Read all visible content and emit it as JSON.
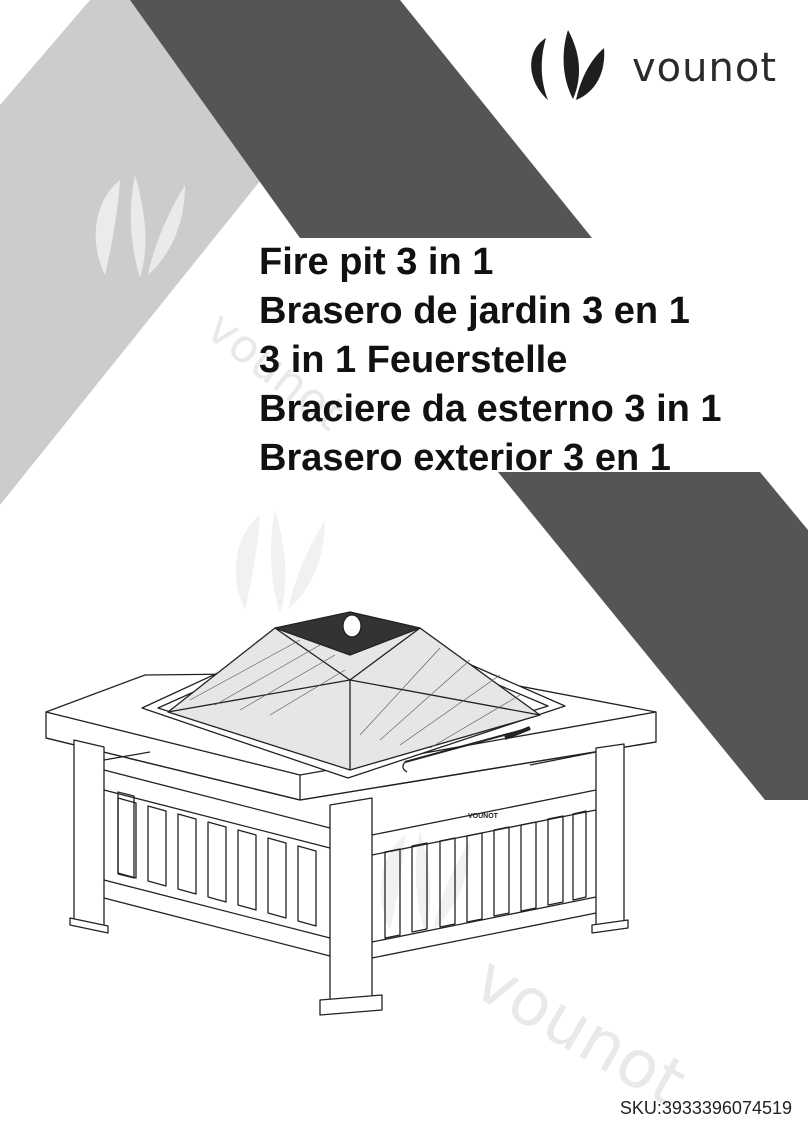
{
  "brand": {
    "name": "vounot",
    "logo_icon": "leaf-logo-icon"
  },
  "titles": [
    "Fire pit 3 in 1",
    "Brasero de jardin 3 en 1",
    "3 in 1 Feuerstelle",
    "Braciere da esterno 3 in 1",
    "Brasero exterior 3 en 1"
  ],
  "product_illustration": {
    "icon": "fire-pit-illustration",
    "stamp": "VOUNOT"
  },
  "watermark": {
    "text": "vounot"
  },
  "sku": "SKU:3933396074519",
  "colors": {
    "dark_band": "#555555",
    "light_band": "#cccccc",
    "text": "#111111"
  }
}
